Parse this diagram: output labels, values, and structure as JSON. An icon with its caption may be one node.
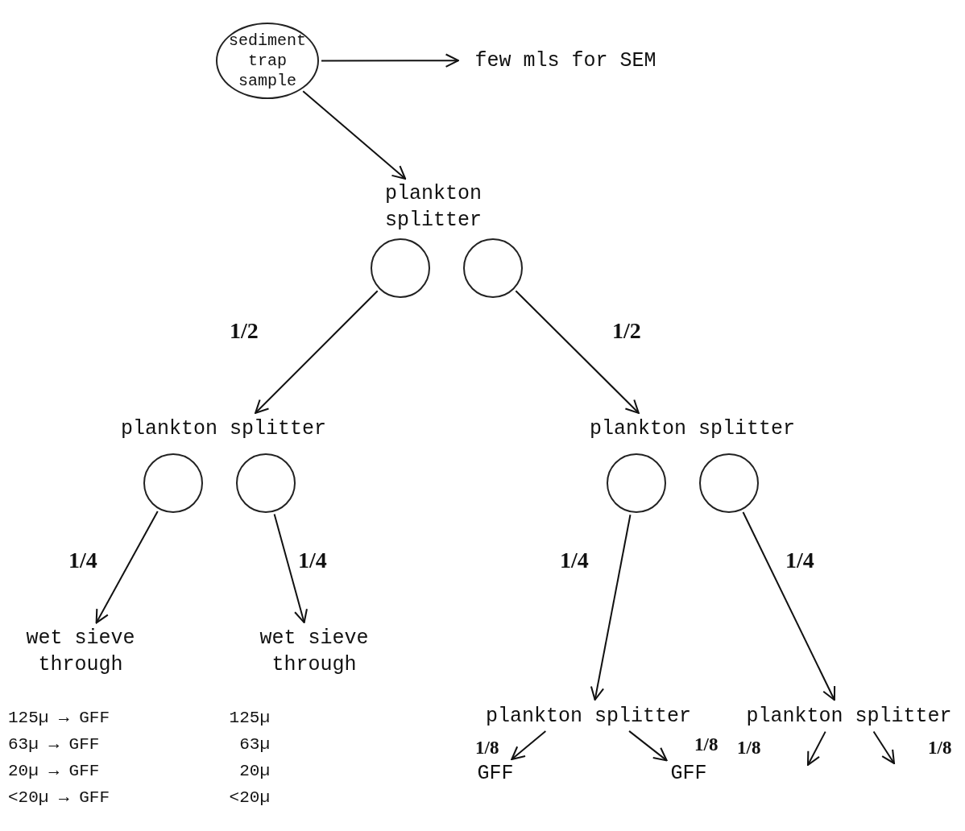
{
  "diagram": {
    "nodes": [
      {
        "text": [
          "sediment trap sample"
        ]
      },
      {
        "text": [
          "few mls for SEM"
        ]
      },
      {
        "text": [
          "plankton splitter"
        ]
      },
      {
        "text": [],
        "shape": "circle"
      },
      {
        "text": [],
        "shape": "circle"
      },
      {
        "text": [
          "plankton splitter"
        ]
      },
      {
        "text": [],
        "shape": "circle"
      },
      {
        "text": [],
        "shape": "circle"
      },
      {
        "text": [
          "plankton splitter"
        ]
      },
      {
        "text": [],
        "shape": "circle"
      },
      {
        "text": [],
        "shape": "circle"
      },
      {
        "text": [
          "wet sieve through"
        ]
      },
      {
        "text": [
          "wet sieve through"
        ]
      },
      {
        "text": [
          "plankton splitter"
        ]
      },
      {
        "text": [
          "plankton splitter"
        ]
      },
      {
        "text": [
          "GFF"
        ]
      },
      {
        "text": [
          "GFF"
        ]
      }
    ],
    "edges": [
      {
        "from": 0,
        "to": 1,
        "arrow": "to"
      },
      {
        "from": 0,
        "to": 2,
        "arrow": "to"
      },
      {
        "from": 3,
        "to": 5,
        "arrow": "to",
        "label": "1/2"
      },
      {
        "from": 4,
        "to": 8,
        "arrow": "to",
        "label": "1/2"
      },
      {
        "from": 6,
        "to": 11,
        "arrow": "to",
        "label": "1/4"
      },
      {
        "from": 7,
        "to": 12,
        "arrow": "to",
        "label": "1/4"
      },
      {
        "from": 9,
        "to": 13,
        "arrow": "to",
        "label": "1/4"
      },
      {
        "from": 10,
        "to": 14,
        "arrow": "to",
        "label": "1/4"
      },
      {
        "from": 13,
        "to": 15,
        "arrow": "to",
        "label": "1/8"
      },
      {
        "from": 13,
        "to": 16,
        "arrow": "to",
        "label": "1/8"
      },
      {
        "from": 14,
        "to": null,
        "arrow": "to",
        "label": "1/8"
      },
      {
        "from": 14,
        "to": null,
        "arrow": "to",
        "label": "1/8"
      }
    ],
    "labels": [
      "125µ → GFF",
      "63µ → GFF",
      "20µ → GFF",
      "<20µ → GFF",
      "125µ",
      "63µ",
      "20µ",
      "<20µ"
    ]
  }
}
